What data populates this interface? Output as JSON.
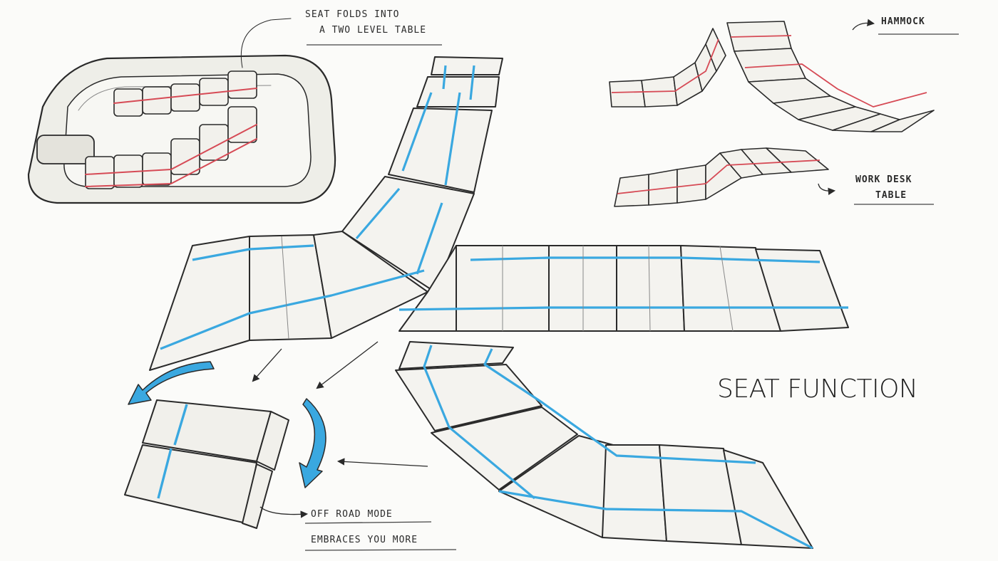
{
  "title": "SEAT FUNCTION",
  "annotations": {
    "table": {
      "line1": "SEAT FOLDS INTO",
      "line2": "A TWO LEVEL TABLE"
    },
    "hammock": {
      "label": "HAMMOCK"
    },
    "workdesk": {
      "line1": "WORK DESK",
      "line2": "TABLE"
    },
    "offroad": {
      "line1": "OFF ROAD MODE",
      "line2": "EMBRACES YOU MORE"
    }
  },
  "colors": {
    "ink": "#2a2a2a",
    "accent_blue": "#3aa8e0",
    "accent_red": "#d64a55",
    "paper": "#fbfbf9",
    "cushion_fill": "#f4f3ef",
    "cushion_shadow": "#d9d8d2"
  },
  "icons": [
    "arrow-icon",
    "curved-arrow-icon"
  ]
}
